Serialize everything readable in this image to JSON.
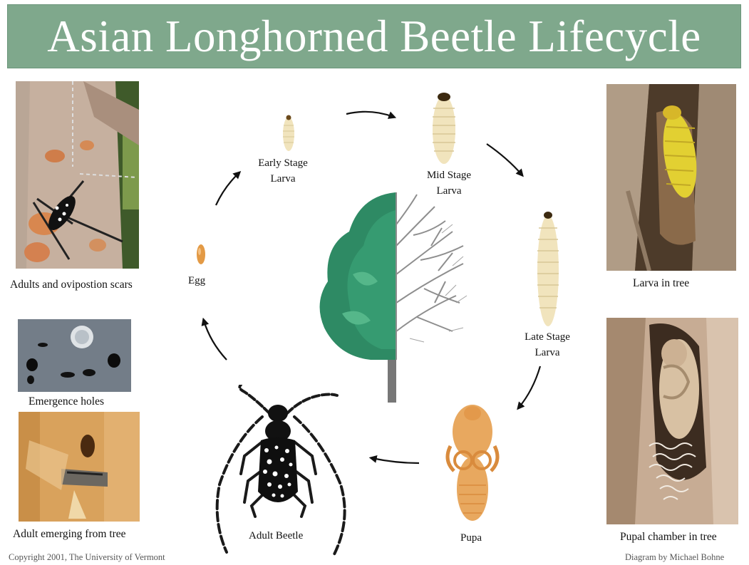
{
  "title": "Asian Longhorned Beetle Lifecycle",
  "photos": {
    "adults_scars": "Adults and ovipostion scars",
    "emergence_holes": "Emergence holes",
    "adult_emerging": "Adult emerging from tree",
    "larva_in_tree": "Larva in tree",
    "pupal_chamber": "Pupal chamber in tree"
  },
  "stages": {
    "egg": "Egg",
    "early_larva": "Early Stage Larva",
    "mid_larva": "Mid Stage Larva",
    "late_larva": "Late Stage Larva",
    "pupa": "Pupa",
    "adult": "Adult Beetle"
  },
  "credits": {
    "copyright": "Copyright 2001, The University of Vermont",
    "diagram_by": "Diagram by Michael Bohne"
  },
  "colors": {
    "banner": "#7fa88c",
    "foliage": "#2e8a64",
    "branches": "#8e8e8e",
    "larva": "#f1e4bd",
    "pupa": "#e8a85f"
  }
}
